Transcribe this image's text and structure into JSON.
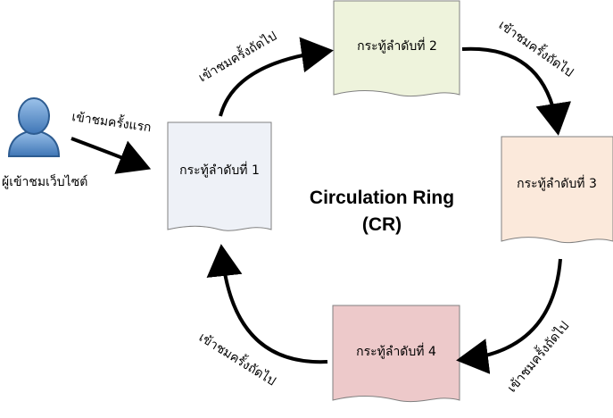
{
  "user": {
    "label": "ผู้เข้าชมเว็บไซต์",
    "icon": "user-icon",
    "color": "#5b8fc7"
  },
  "center": {
    "line1": "Circulation Ring",
    "line2": "(CR)"
  },
  "posts": [
    {
      "label": "กระทู้ลำดับที่ 1",
      "fill": "#eef1f7"
    },
    {
      "label": "กระทู้ลำดับที่ 2",
      "fill": "#eef3dc"
    },
    {
      "label": "กระทู้ลำดับที่ 3",
      "fill": "#fbe9db"
    },
    {
      "label": "กระทู้ลำดับที่ 4",
      "fill": "#edc9ca"
    }
  ],
  "edges": {
    "first_visit": "เข้าชมครั้งแรก",
    "e1_2": "เข้าชมครั้งถัดไป",
    "e2_3": "เข้าชมครั้งถัดไป",
    "e3_4": "เข้าชมครั้งถัดไป",
    "e4_1": "เข้าชมครั้งถัดไป"
  }
}
